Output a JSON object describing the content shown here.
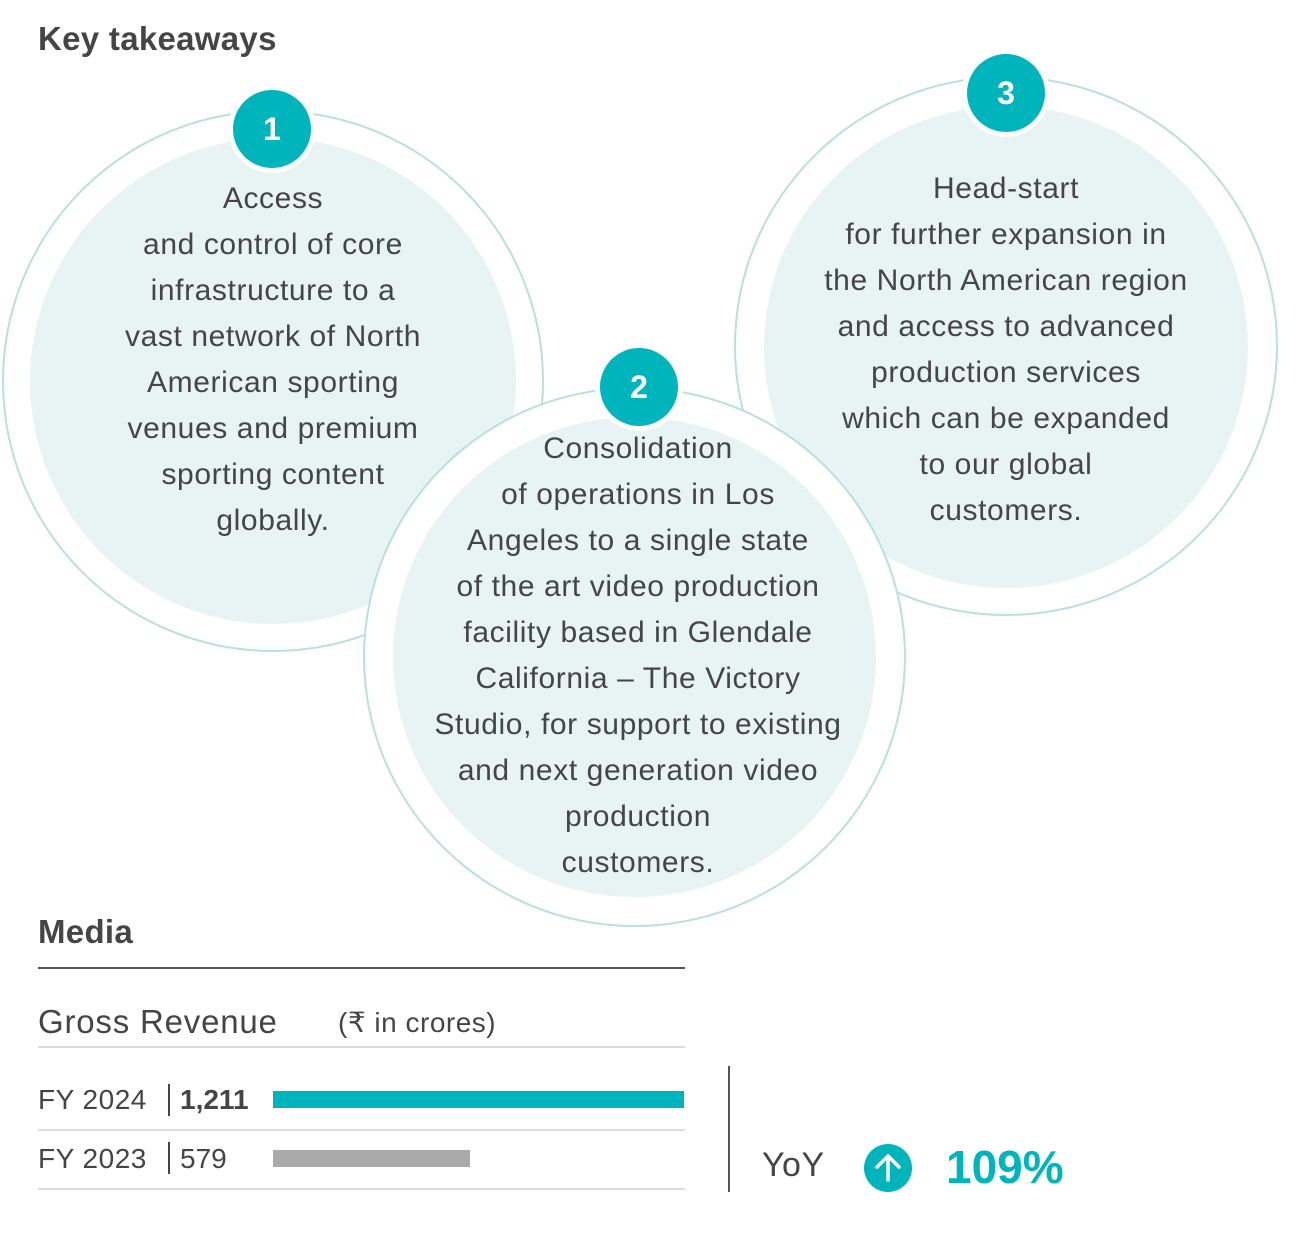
{
  "key_takeaways": {
    "title": "Key takeaways",
    "items": [
      {
        "number": "1",
        "text": "Access\nand control of core\ninfrastructure to a\nvast network of North\nAmerican sporting\nvenues and premium\nsporting content\nglobally."
      },
      {
        "number": "2",
        "text": "Consolidation\nof operations in Los\nAngeles to a single state\nof the art video production\nfacility based in Glendale\nCalifornia – The Victory\nStudio, for support to existing\nand next generation video\nproduction\ncustomers."
      },
      {
        "number": "3",
        "text": "Head-start\nfor further expansion in\nthe North American region\nand access to advanced\nproduction services\nwhich can be expanded\nto our global\ncustomers."
      }
    ]
  },
  "media": {
    "title": "Media",
    "metric_label": "Gross Revenue",
    "unit": "(₹ in crores)",
    "yoy_label": "YoY",
    "yoy_value": "109%"
  },
  "colors": {
    "accent": "#00b4bc",
    "previous_year_bar": "#aaaaab",
    "circle_fill": "#e8f4f4",
    "circle_ring": "#b9dfe1"
  },
  "chart_data": {
    "type": "bar",
    "orientation": "horizontal",
    "categories": [
      "FY 2024",
      "FY 2023"
    ],
    "values": [
      1211,
      579
    ],
    "value_labels": [
      "1,211",
      "579"
    ],
    "title": "Gross Revenue",
    "unit": "(₹ in crores)",
    "xlim": [
      0,
      1211
    ],
    "grid": false
  }
}
